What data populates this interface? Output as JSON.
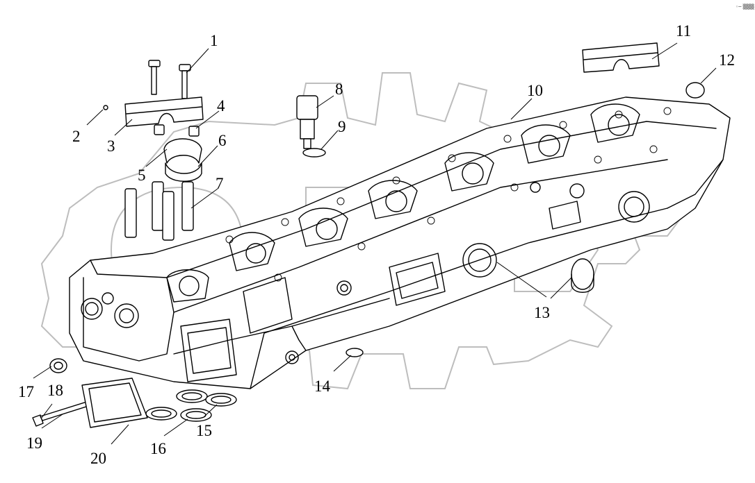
{
  "corner_mark": "◦─ ▒▒▒",
  "callouts": [
    {
      "id": "1",
      "label": "1"
    },
    {
      "id": "2",
      "label": "2"
    },
    {
      "id": "3",
      "label": "3"
    },
    {
      "id": "4",
      "label": "4"
    },
    {
      "id": "5",
      "label": "5"
    },
    {
      "id": "6",
      "label": "6"
    },
    {
      "id": "7",
      "label": "7"
    },
    {
      "id": "8",
      "label": "8"
    },
    {
      "id": "9",
      "label": "9"
    },
    {
      "id": "10",
      "label": "10"
    },
    {
      "id": "11",
      "label": "11"
    },
    {
      "id": "12",
      "label": "12"
    },
    {
      "id": "13",
      "label": "13"
    },
    {
      "id": "14",
      "label": "14"
    },
    {
      "id": "15",
      "label": "15"
    },
    {
      "id": "16",
      "label": "16"
    },
    {
      "id": "17",
      "label": "17"
    },
    {
      "id": "18",
      "label": "18"
    },
    {
      "id": "19",
      "label": "19"
    },
    {
      "id": "20",
      "label": "20"
    }
  ]
}
